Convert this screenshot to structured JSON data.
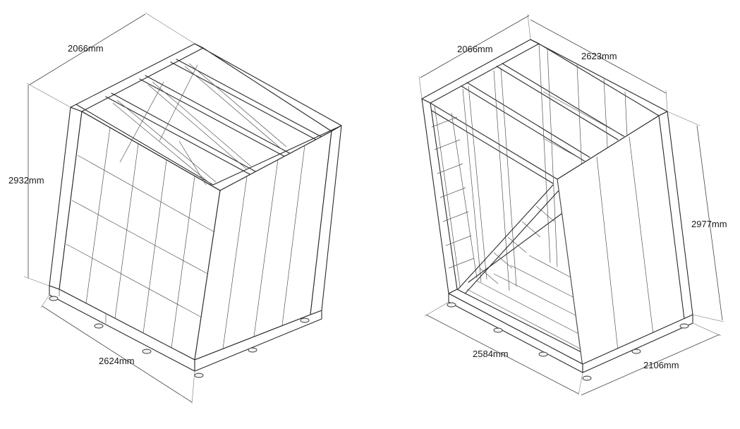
{
  "dimensions": {
    "left_top_width": "2066mm",
    "left_height": "2932mm",
    "left_bottom_length": "2624mm",
    "right_top_width": "2066mm",
    "right_top_length": "2623mm",
    "right_height": "2977mm",
    "right_bottom_length": "2584mm",
    "right_bottom_width": "2106mm"
  },
  "colors": {
    "line": "#2a2a2a",
    "background": "#ffffff"
  }
}
